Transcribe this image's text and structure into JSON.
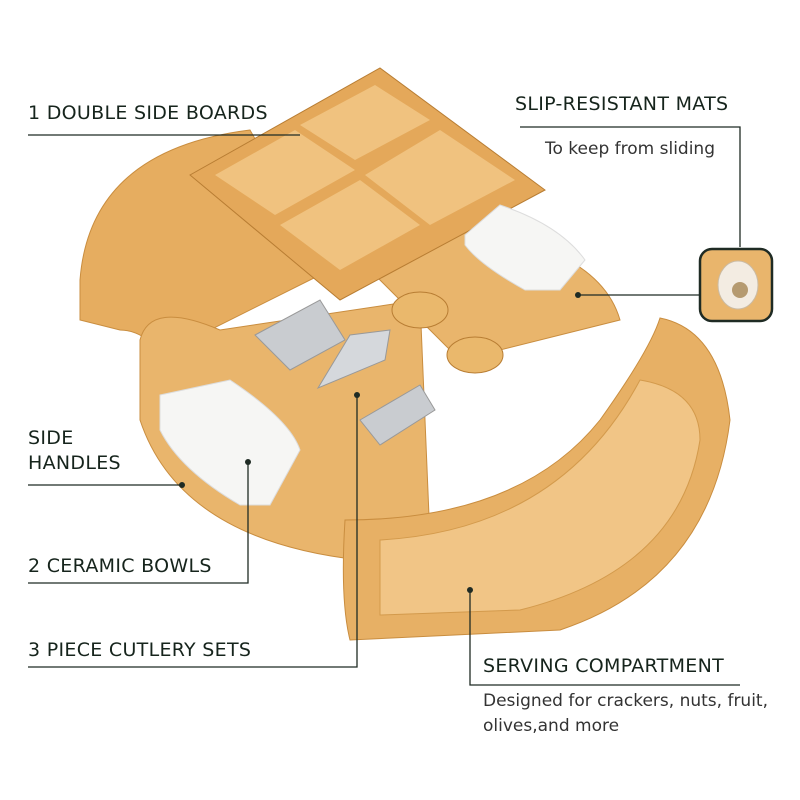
{
  "features": {
    "boards": {
      "label": "1 DOUBLE SIDE BOARDS"
    },
    "mats": {
      "label": "SLIP-RESISTANT MATS",
      "description": "To keep from sliding"
    },
    "handles": {
      "label_line1": "SIDE",
      "label_line2": "HANDLES"
    },
    "bowls": {
      "label": "2 CERAMIC BOWLS"
    },
    "cutlery": {
      "label": "3 PIECE CUTLERY SETS"
    },
    "serving": {
      "label": "SERVING COMPARTMENT",
      "description_line1": "Designed for crackers, nuts, fruit,",
      "description_line2": "olives,and more"
    }
  },
  "colors": {
    "text": "#16241c",
    "bamboo": "#e9b56c",
    "bamboo_dark": "#c98d3f",
    "line": "#1f2b24"
  }
}
